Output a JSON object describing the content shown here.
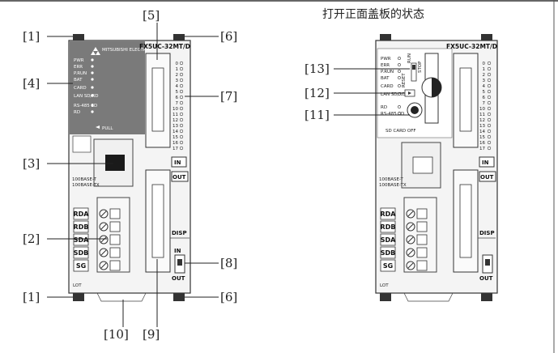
{
  "caption": "打开正面盖板的状态",
  "callouts": {
    "c1_top": "[1]",
    "c1_bottom": "[1]",
    "c2": "[2]",
    "c3": "[3]",
    "c4": "[4]",
    "c5": "[5]",
    "c6_top": "[6]",
    "c6_bottom": "[6]",
    "c7": "[7]",
    "c8": "[8]",
    "c9": "[9]",
    "c10": "[10]",
    "c11": "[11]",
    "c12": "[12]",
    "c13": "[13]"
  },
  "device": {
    "model": "FX5UC-32MT/D",
    "brand": "MITSUBISHI ELECTRIC",
    "leds_left": [
      "PWR",
      "ERR",
      "P.RUN",
      "BAT",
      "CARD",
      "LAN SD/RD",
      "RS-485 SD",
      "RD"
    ],
    "pull_label": "PULL",
    "ethernet_label_1": "100BASE-T",
    "ethernet_label_2": "100BASE-TX",
    "terminals": [
      "RDA",
      "RDB",
      "SDA",
      "SDB",
      "SG"
    ],
    "io_numbers": [
      "0",
      "1",
      "2",
      "3",
      "4",
      "5",
      "6",
      "7",
      "10",
      "11",
      "12",
      "13",
      "14",
      "15",
      "16",
      "17"
    ],
    "in_label": "IN",
    "out_label": "OUT",
    "disp_label": "DISP",
    "switch_in": "IN",
    "switch_out": "OUT",
    "lot_label": "LOT",
    "run_label": "RUN",
    "stop_label": "STOP",
    "reset_label": "RESET",
    "sd_card_label": "SD CARD OFF",
    "open_leds": [
      "PWR",
      "ERR",
      "P.RUN",
      "BAT",
      "CARD",
      "LAN SD/RD",
      "RD",
      "RS-485 SD"
    ]
  }
}
